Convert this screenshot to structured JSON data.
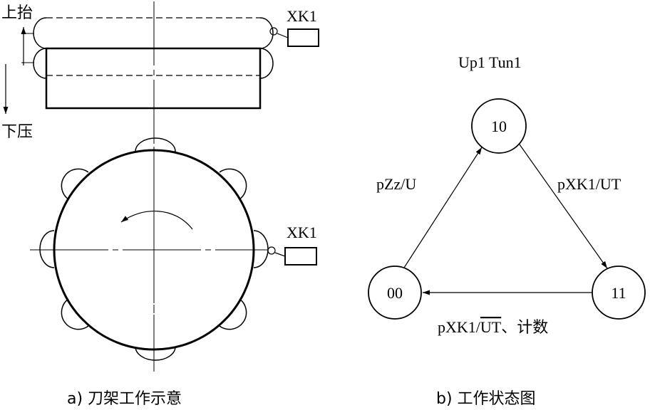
{
  "panel_a": {
    "caption": "a) 刀架工作示意",
    "label_up": "上抬",
    "label_down": "下压",
    "switch_label_top": "XK1",
    "switch_label_bottom": "XK1"
  },
  "panel_b": {
    "caption": "b) 工作状态图",
    "header": "Up1 Tun1",
    "states": [
      {
        "id": "s10",
        "label": "10"
      },
      {
        "id": "s11",
        "label": "11"
      },
      {
        "id": "s00",
        "label": "00"
      }
    ],
    "transitions": {
      "s00_to_s10": "pZz/U",
      "s10_to_s11": "pXK1/UT",
      "s11_to_s00_prefix": "pXK1/",
      "s11_to_s00_overlined": "UT",
      "s11_to_s00_suffix": "、计数"
    }
  }
}
